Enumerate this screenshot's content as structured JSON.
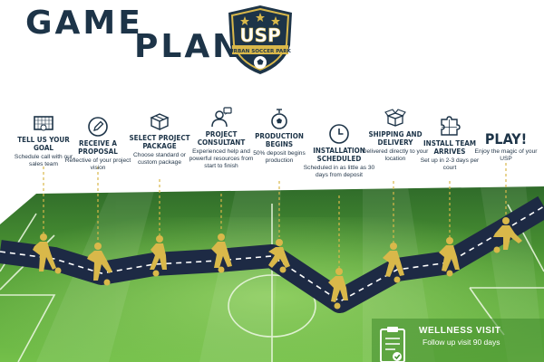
{
  "title": {
    "line1": "GAME",
    "line2": "PLAN"
  },
  "logo": {
    "text": "USP",
    "ribbon": "URBAN SOCCER PARK"
  },
  "steps": [
    {
      "icon": "soccer-goal-icon",
      "title": "TELL US YOUR GOAL",
      "desc": "Schedule call with our sales team"
    },
    {
      "icon": "pencil-icon",
      "title": "RECEIVE A PROPOSAL",
      "desc": "Reflective of your project vision"
    },
    {
      "icon": "package-icon",
      "title": "SELECT PROJECT PACKAGE",
      "desc": "Choose standard or custom package"
    },
    {
      "icon": "consultant-icon",
      "title": "PROJECT CONSULTANT",
      "desc": "Experienced help and powerful resources from start to finish"
    },
    {
      "icon": "soccer-ball-icon",
      "title": "PRODUCTION BEGINS",
      "desc": "50% deposit begins production"
    },
    {
      "icon": "clock-icon",
      "title": "INSTALLATION SCHEDULED",
      "desc": "Scheduled in as little as 30 days from deposit"
    },
    {
      "icon": "open-box-icon",
      "title": "SHIPPING AND DELIVERY",
      "desc": "Delivered directly to your location"
    },
    {
      "icon": "puzzle-icon",
      "title": "INSTALL TEAM ARRIVES",
      "desc": "Set up in 2-3 days per court"
    },
    {
      "icon": "",
      "title": "PLAY!",
      "desc": "Enjoy the magic of your USP"
    }
  ],
  "wellness": {
    "title": "WELLNESS VISIT",
    "desc": "Follow up visit 90 days"
  },
  "colors": {
    "navy": "#1d3448",
    "gold": "#d9b84a",
    "grass": "#5ca83a",
    "road": "#1d2a44"
  }
}
